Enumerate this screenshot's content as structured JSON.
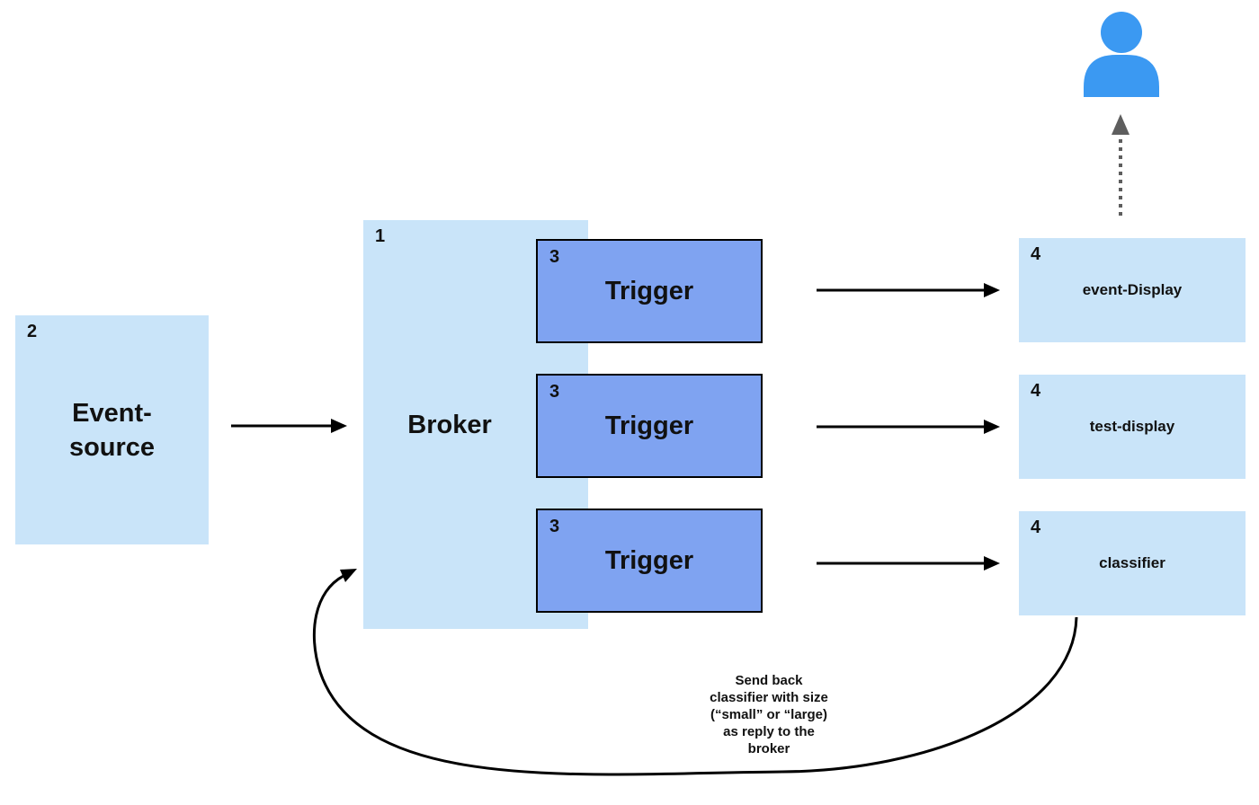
{
  "colors": {
    "light_blue": "#c9e4f9",
    "periwinkle": "#7fa3f1",
    "person_blue": "#3b99f2",
    "line_black": "#000000",
    "dotted_gray": "#5e5e5e"
  },
  "nodes": {
    "event_source": {
      "number": "2",
      "label": "Event-\nsource"
    },
    "broker": {
      "number": "1",
      "label": "Broker"
    },
    "triggers": [
      {
        "number": "3",
        "label": "Trigger"
      },
      {
        "number": "3",
        "label": "Trigger"
      },
      {
        "number": "3",
        "label": "Trigger"
      }
    ],
    "services": [
      {
        "number": "4",
        "label": "event-Display"
      },
      {
        "number": "4",
        "label": "test-display"
      },
      {
        "number": "4",
        "label": "classifier"
      }
    ]
  },
  "annotation": {
    "lines": [
      "Send back",
      "classifier with size",
      "(“small” or “large)",
      "as reply to the",
      "broker"
    ]
  },
  "icons": {
    "person": "user-person-icon"
  }
}
